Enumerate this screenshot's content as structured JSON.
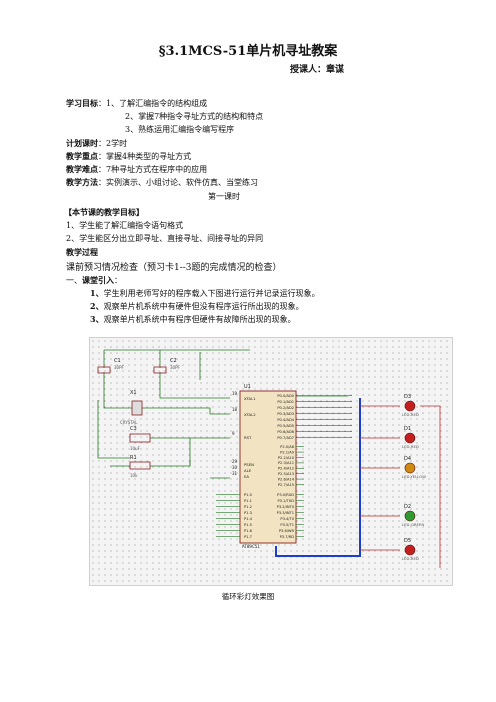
{
  "title": "§3.1MCS-51单片机寻址教案",
  "lecturer": "授课人：章谋",
  "objectives": {
    "label": "学习目标",
    "items": [
      "：1、了解汇编指令的结构组成",
      "2、掌握7种指令寻址方式的结构和特点",
      "3、熟练运用汇编指令编写程序"
    ]
  },
  "hours": {
    "label": "计划课时",
    "value": "：2学时"
  },
  "key_point": {
    "label": "教学重点",
    "value": "：掌握4种类型的寻址方式"
  },
  "difficult_point": {
    "label": "教学难点",
    "value": "：7种寻址方式在程序中的应用"
  },
  "methods": {
    "label": "教学方法",
    "value": "：实例演示、小组讨论、软件仿真、当堂练习"
  },
  "lesson": "第一课时",
  "section_goals": "【本节课的教学目标】",
  "goals": [
    "1、学生能了解汇编指令语句格式",
    "2、学生能区分出立即寻址、直接寻址、间接寻址的异同"
  ],
  "process": "教学过程",
  "preview": "课前预习情况检查（预习卡1--3题的完成情况的检查）",
  "intro": {
    "num": "一、",
    "label": "课堂引入",
    "colon": "："
  },
  "steps": [
    {
      "num": "1、",
      "text": "学生利用老师写好的程序载入下图进行运行并记录运行现象。"
    },
    {
      "num": "2、",
      "text": "观察单片机系统中有硬件但没有程序运行所出现的现象。"
    },
    {
      "num": "3、",
      "text": "观察单片机系统中有程序但硬件有故障所出现的现象。"
    }
  ],
  "circuit": {
    "c1": "C1",
    "c1v": "30PF",
    "c2": "C2",
    "c2v": "30PF",
    "x1": "X1",
    "x1v": "CRYSTAL",
    "c3": "C3",
    "c3v": "10uF",
    "r1": "R1",
    "r1v": "10k",
    "u1": "U1",
    "chip": "AT89C51",
    "xtal1": "XTAL1",
    "xtal2": "XTAL2",
    "rst": "RST",
    "psen": "PSEN",
    "ale": "ALE",
    "ea": "EA",
    "p1": [
      "P1.0",
      "P1.1",
      "P1.2",
      "P1.3",
      "P1.4",
      "P1.5",
      "P1.6",
      "P1.7"
    ],
    "p0": [
      "P0.0/AD0",
      "P0.1/AD1",
      "P0.2/AD2",
      "P0.3/AD3",
      "P0.4/AD4",
      "P0.5/AD5",
      "P0.6/AD6",
      "P0.7/AD7"
    ],
    "p2": [
      "P2.0/A8",
      "P2.1/A9",
      "P2.2/A10",
      "P2.3/A11",
      "P2.4/A12",
      "P2.5/A13",
      "P2.6/A14",
      "P2.7/A15"
    ],
    "p3": [
      "P3.0/RXD",
      "P3.1/TXD",
      "P3.2/INT0",
      "P3.3/INT1",
      "P3.4/T0",
      "P3.5/T1",
      "P3.6/WR",
      "P3.7/RD"
    ],
    "leds": [
      "D3",
      "D1",
      "D4",
      "D2",
      "D5"
    ],
    "led_types": [
      "LED-RED",
      "LED-RED",
      "LED-YELLOW",
      "LED-GREEN",
      "LED-RED"
    ],
    "led_colors": [
      "#c42020",
      "#c42020",
      "#d08a10",
      "#2f9a2f",
      "#c42020"
    ],
    "pin_nums": [
      "9",
      "18",
      "19",
      "29",
      "30",
      "31"
    ]
  },
  "caption": "循环彩灯效果图"
}
